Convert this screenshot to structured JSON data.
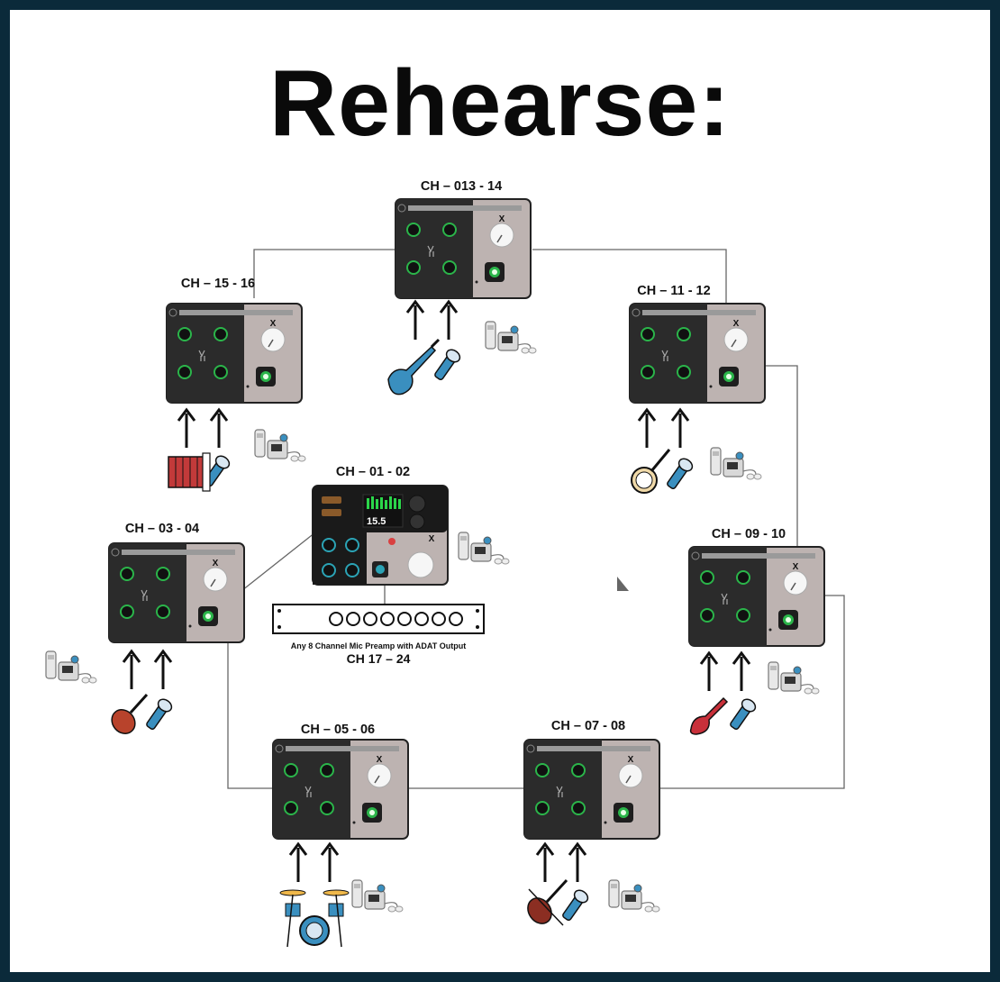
{
  "title": "Rehearse:",
  "units": [
    {
      "id": "u13",
      "label": "CH – 013 - 14"
    },
    {
      "id": "u15",
      "label": "CH – 15 - 16"
    },
    {
      "id": "u11",
      "label": "CH – 11 - 12"
    },
    {
      "id": "u03",
      "label": "CH – 03 - 04"
    },
    {
      "id": "u09",
      "label": "CH – 09 - 10"
    },
    {
      "id": "u05",
      "label": "CH – 05 - 06"
    },
    {
      "id": "u07",
      "label": "CH – 07 - 08"
    }
  ],
  "main_unit": {
    "label": "CH – 01 - 02",
    "screen_value": "15.5",
    "brand": "X"
  },
  "unit_brand": "X",
  "preamp": {
    "caption": "Any 8 Channel Mic Preamp with ADAT Output",
    "channels": "CH 17 – 24",
    "port_count": 8
  },
  "instruments": {
    "u13": "bass-guitar",
    "u15": "accordion",
    "u11": "banjo",
    "u03": "mandolin",
    "u09": "electric-guitar",
    "u05": "drum-kit",
    "u07": "violin"
  },
  "colors": {
    "border": "#0b2a3a",
    "panel_dark": "#2b2b2b",
    "panel_light": "#bdb3b1",
    "mic_blue": "#3a8fbf",
    "knob_green": "#2bb54a"
  }
}
